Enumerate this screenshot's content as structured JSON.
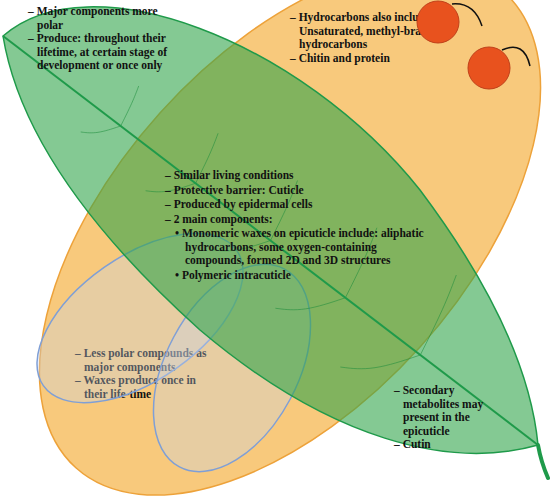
{
  "diagram": {
    "nodes": [
      {
        "text": [
          "– Major components more polar",
          "– Produce: throughout their lifetime, at certain stage of development or once only",
          "– Secondary metabolites may present in the epicuticle",
          "– Cutin"
        ]
      },
      {
        "text": [
          "– Hydrocarbons also include: Unsaturated, methyl-branched hydrocarbons",
          "– Chitin and protein",
          "– Less polar compounds as major components",
          "– Waxes produce once in their life-time"
        ]
      }
    ],
    "labels": [
      "– Similar living conditions",
      "– Protective barrier: Cuticle",
      "– Produced by epidermal cells",
      "– 2 main components:",
      "• Monomeric waxes on epicuticle include: aliphatic hydrocarbons, some oxygen-containing compounds, formed 2D and 3D structures",
      "• Polymeric intracuticle"
    ]
  }
}
